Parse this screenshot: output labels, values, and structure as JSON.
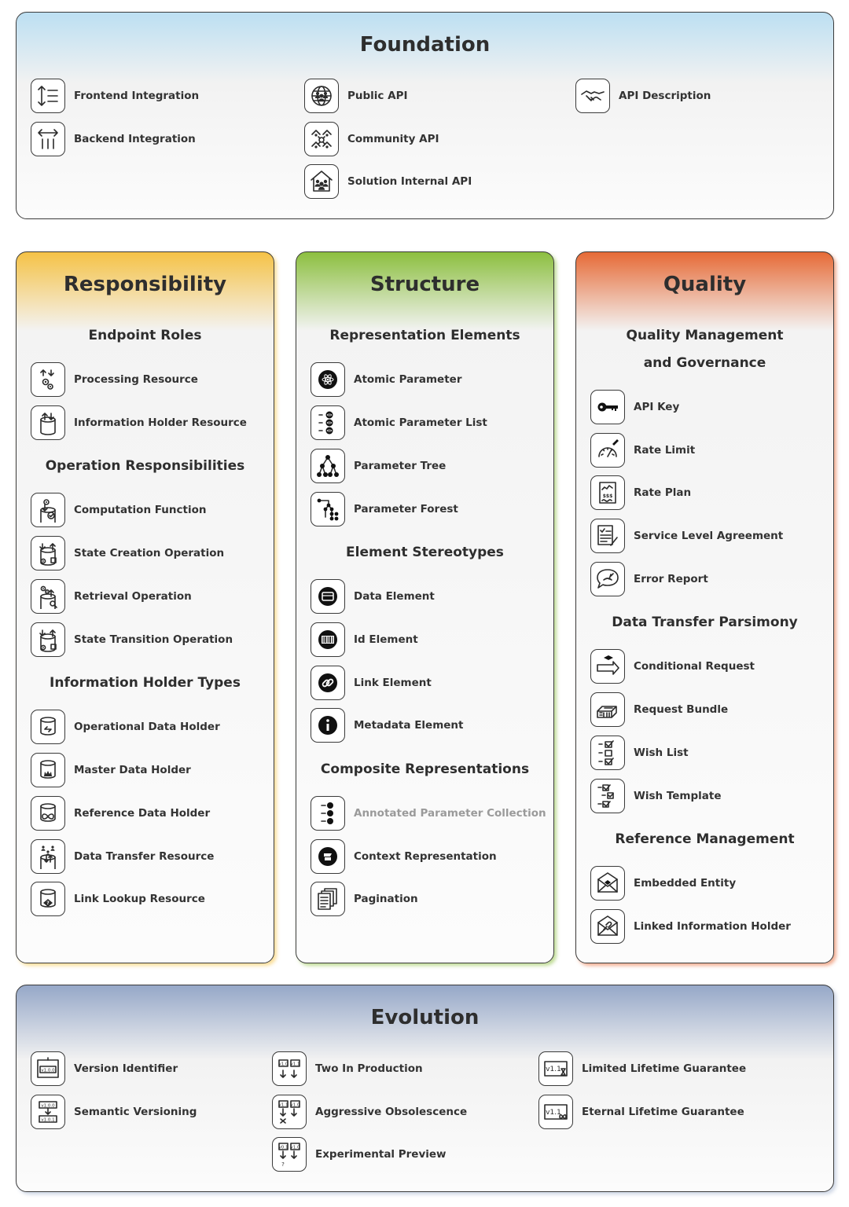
{
  "foundation": {
    "title": "Foundation",
    "items": [
      {
        "label": "Frontend Integration",
        "icon": "frontend-integration-icon"
      },
      {
        "label": "Backend Integration",
        "icon": "backend-integration-icon"
      },
      {
        "label": "Public API",
        "icon": "public-api-icon"
      },
      {
        "label": "Community API",
        "icon": "community-api-icon"
      },
      {
        "label": "Solution Internal API",
        "icon": "solution-internal-api-icon"
      },
      {
        "label": "API Description",
        "icon": "api-description-icon"
      }
    ]
  },
  "responsibility": {
    "title": "Responsibility",
    "sections": [
      {
        "title": "Endpoint Roles",
        "items": [
          {
            "label": "Processing Resource",
            "icon": "processing-resource-icon"
          },
          {
            "label": "Information Holder Resource",
            "icon": "information-holder-resource-icon"
          }
        ]
      },
      {
        "title": "Operation Responsibilities",
        "items": [
          {
            "label": "Computation Function",
            "icon": "computation-function-icon"
          },
          {
            "label": "State Creation Operation",
            "icon": "state-creation-operation-icon"
          },
          {
            "label": "Retrieval Operation",
            "icon": "retrieval-operation-icon"
          },
          {
            "label": "State Transition Operation",
            "icon": "state-transition-operation-icon"
          }
        ]
      },
      {
        "title": "Information Holder Types",
        "items": [
          {
            "label": "Operational Data Holder",
            "icon": "operational-data-holder-icon"
          },
          {
            "label": "Master Data Holder",
            "icon": "master-data-holder-icon"
          },
          {
            "label": "Reference Data Holder",
            "icon": "reference-data-holder-icon"
          },
          {
            "label": "Data Transfer Resource",
            "icon": "data-transfer-resource-icon"
          },
          {
            "label": "Link Lookup Resource",
            "icon": "link-lookup-resource-icon"
          }
        ]
      }
    ]
  },
  "structure": {
    "title": "Structure",
    "sections": [
      {
        "title": "Representation Elements",
        "items": [
          {
            "label": "Atomic Parameter",
            "icon": "atomic-parameter-icon"
          },
          {
            "label": "Atomic Parameter List",
            "icon": "atomic-parameter-list-icon"
          },
          {
            "label": "Parameter Tree",
            "icon": "parameter-tree-icon"
          },
          {
            "label": "Parameter Forest",
            "icon": "parameter-forest-icon"
          }
        ]
      },
      {
        "title": "Element Stereotypes",
        "items": [
          {
            "label": "Data Element",
            "icon": "data-element-icon"
          },
          {
            "label": "Id Element",
            "icon": "id-element-icon"
          },
          {
            "label": "Link Element",
            "icon": "link-element-icon"
          },
          {
            "label": "Metadata Element",
            "icon": "metadata-element-icon"
          }
        ]
      },
      {
        "title": "Composite Representations",
        "items": [
          {
            "label": "Annotated Parameter Collection",
            "icon": "annotated-parameter-collection-icon",
            "muted": true
          },
          {
            "label": "Context Representation",
            "icon": "context-representation-icon"
          },
          {
            "label": "Pagination",
            "icon": "pagination-icon"
          }
        ]
      }
    ]
  },
  "quality": {
    "title": "Quality",
    "sections": [
      {
        "title_line1": "Quality Management",
        "title_line2": "and Governance",
        "items": [
          {
            "label": "API Key",
            "icon": "api-key-icon"
          },
          {
            "label": "Rate Limit",
            "icon": "rate-limit-icon"
          },
          {
            "label": "Rate Plan",
            "icon": "rate-plan-icon"
          },
          {
            "label": "Service Level Agreement",
            "icon": "service-level-agreement-icon"
          },
          {
            "label": "Error Report",
            "icon": "error-report-icon"
          }
        ]
      },
      {
        "title": "Data Transfer Parsimony",
        "items": [
          {
            "label": "Conditional Request",
            "icon": "conditional-request-icon"
          },
          {
            "label": "Request Bundle",
            "icon": "request-bundle-icon"
          },
          {
            "label": "Wish List",
            "icon": "wish-list-icon"
          },
          {
            "label": "Wish Template",
            "icon": "wish-template-icon"
          }
        ]
      },
      {
        "title": "Reference Management",
        "items": [
          {
            "label": "Embedded Entity",
            "icon": "embedded-entity-icon"
          },
          {
            "label": "Linked Information Holder",
            "icon": "linked-information-holder-icon"
          }
        ]
      }
    ]
  },
  "evolution": {
    "title": "Evolution",
    "items": [
      {
        "label": "Version Identifier",
        "icon": "version-identifier-icon",
        "badge": "v1.0.0"
      },
      {
        "label": "Semantic Versioning",
        "icon": "semantic-versioning-icon",
        "badge": "v1.0.0",
        "badge2": "v1.0.1"
      },
      {
        "label": "Two In Production",
        "icon": "two-in-production-icon",
        "badge": "v1.0",
        "badge2": "v1.1"
      },
      {
        "label": "Aggressive Obsolescence",
        "icon": "aggressive-obsolescence-icon",
        "badge": "v1.1",
        "badge2": "v1.0"
      },
      {
        "label": "Experimental Preview",
        "icon": "experimental-preview-icon",
        "badge": "v0.1",
        "badge2": "v1.0"
      },
      {
        "label": "Limited Lifetime Guarantee",
        "icon": "limited-lifetime-guarantee-icon",
        "badge": "v1.1"
      },
      {
        "label": "Eternal Lifetime Guarantee",
        "icon": "eternal-lifetime-guarantee-icon",
        "badge": "v1.1"
      }
    ]
  },
  "colors": {
    "foundation": "#bcdff2",
    "responsibility": "#f5c246",
    "structure": "#8cbf3f",
    "quality": "#e66a36",
    "evolution": "#96a8c8",
    "stroke": "#2b2b2b"
  }
}
